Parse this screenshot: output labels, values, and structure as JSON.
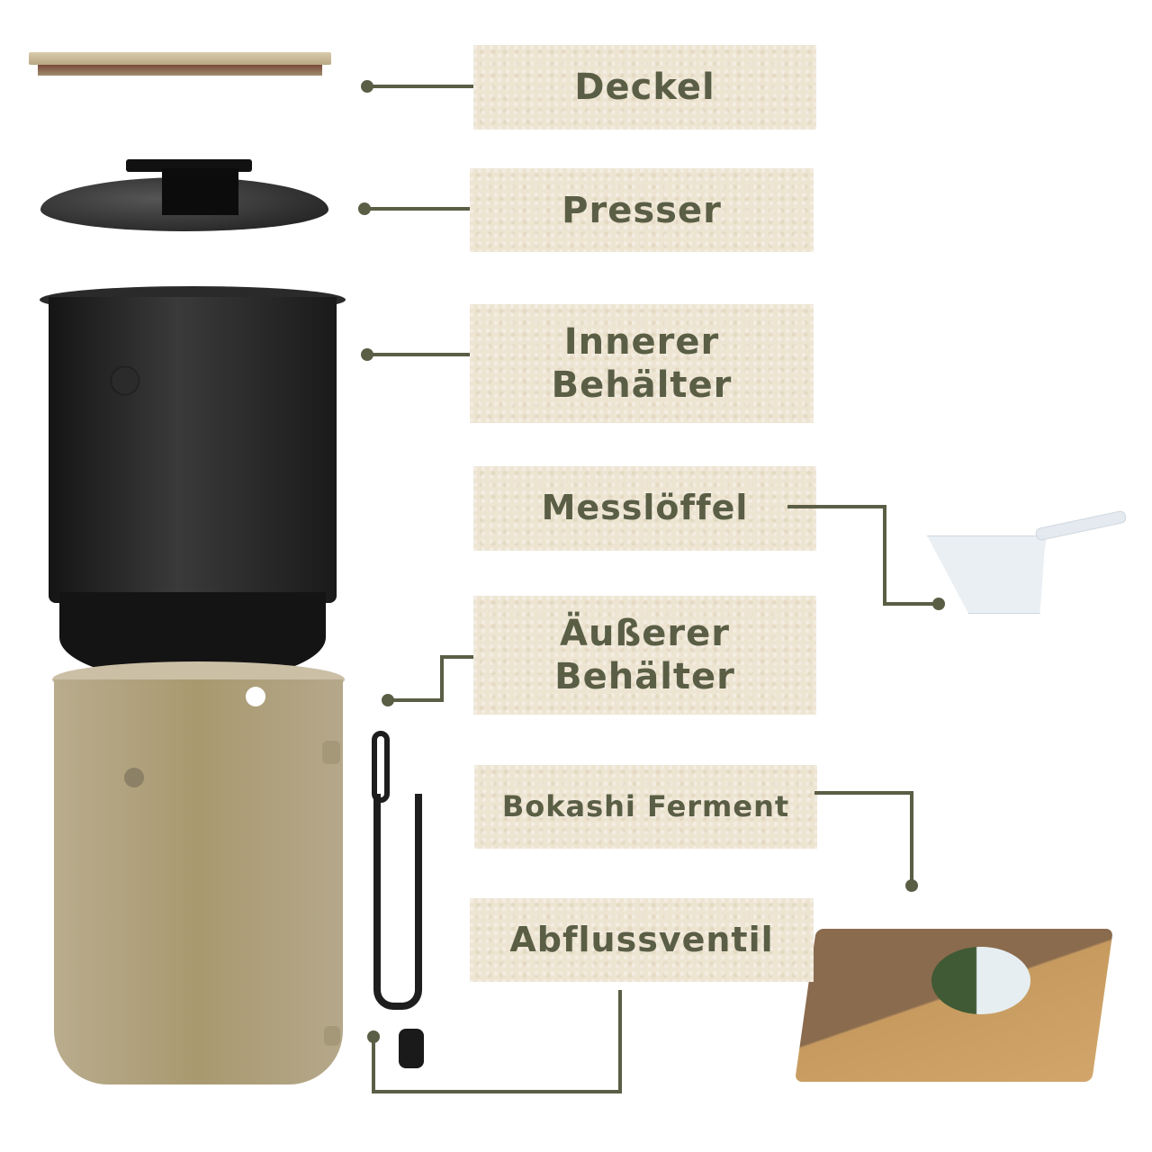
{
  "labels": {
    "lid": "Deckel",
    "presser": "Presser",
    "inner_line1": "Innerer",
    "inner_line2": "Behälter",
    "scoop": "Messlöffel",
    "outer_line1": "Äußerer",
    "outer_line2": "Behälter",
    "ferment": "Bokashi Ferment",
    "valve": "Abflussventil"
  },
  "colors": {
    "label_text": "#5a5e45",
    "label_bg": "#ede4d2",
    "connector": "#5a5e45",
    "beige_bin": "#b5a88a",
    "black_bin": "#1e1e1e"
  }
}
